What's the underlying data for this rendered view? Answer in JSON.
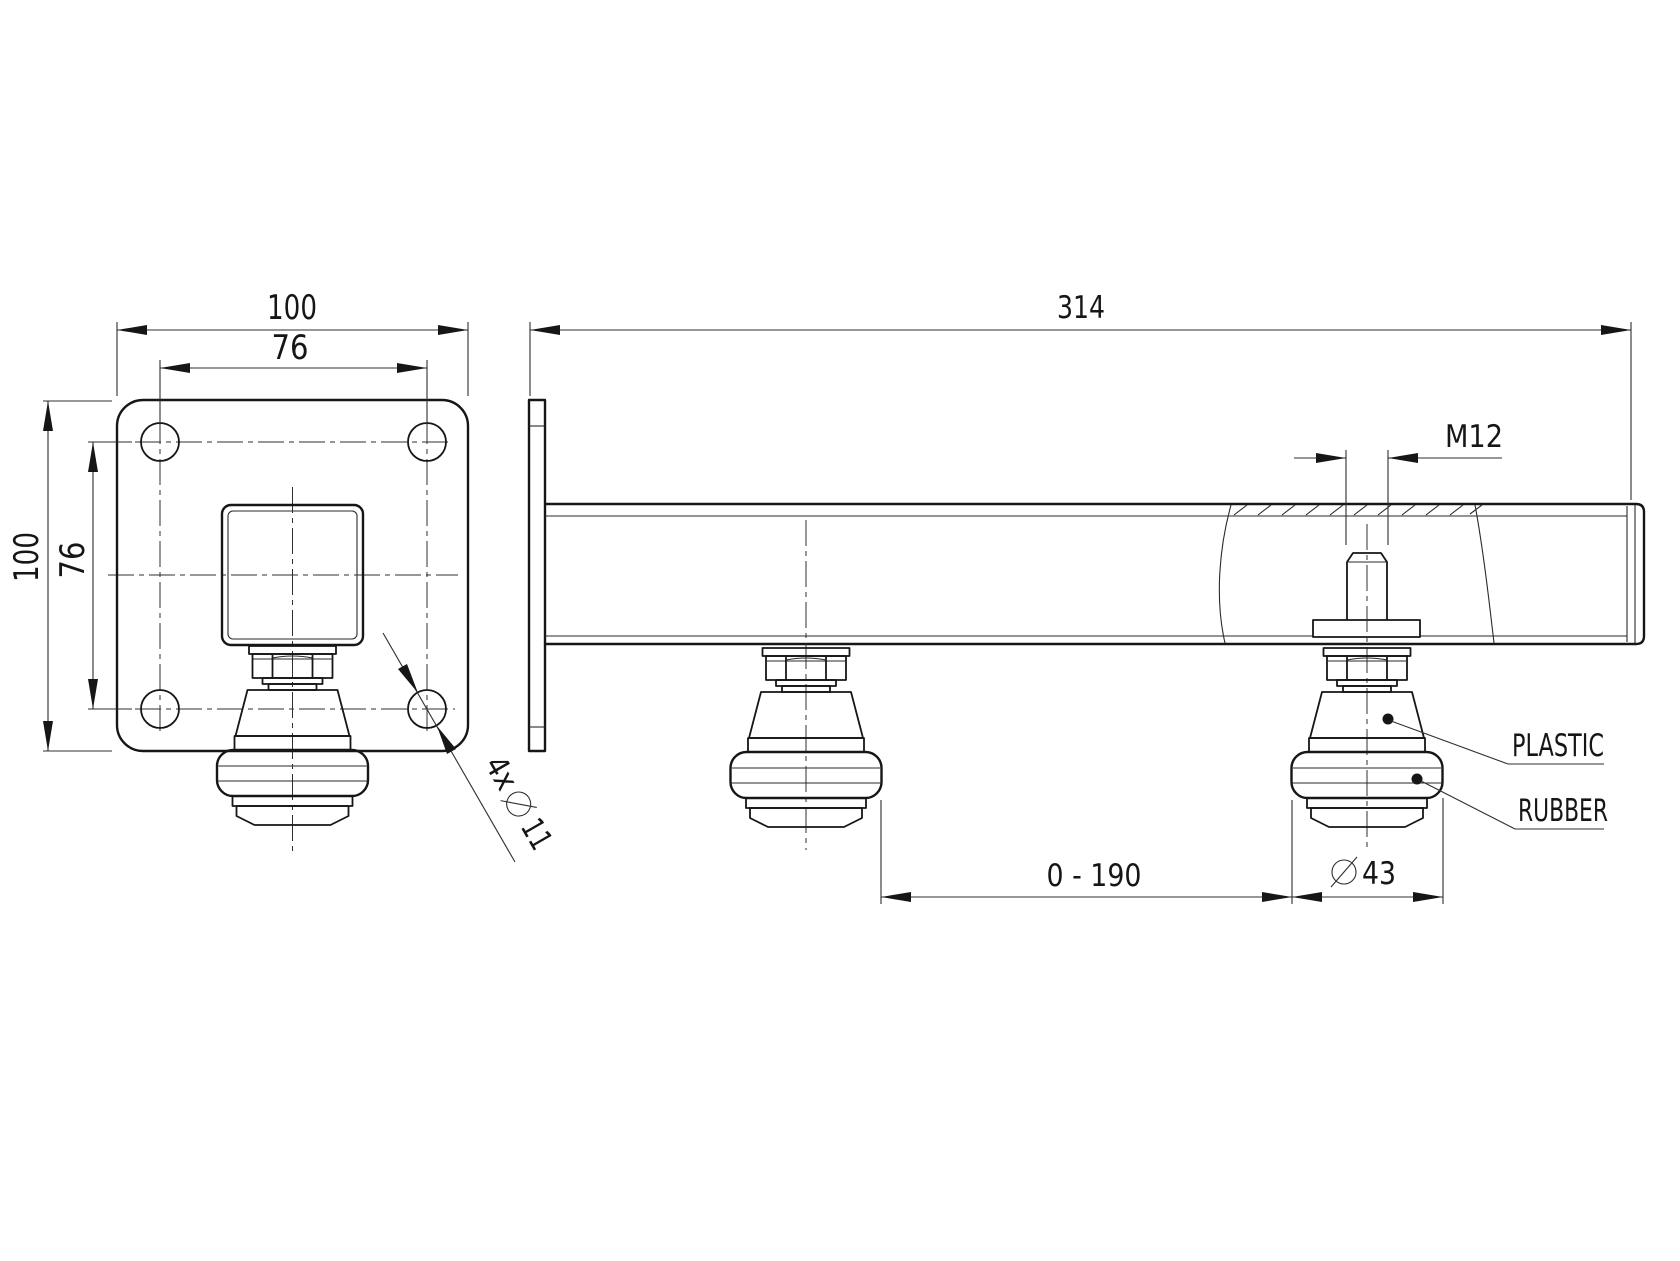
{
  "drawing": {
    "front_view": {
      "dim_width_outer": "100",
      "dim_width_holes": "76",
      "dim_height_outer": "100",
      "dim_height_holes": "76",
      "hole_note_count": "4x",
      "hole_note_diameter": "11"
    },
    "side_view": {
      "dim_length": "314",
      "dim_thread": "M12",
      "dim_adjust_range": "0 - 190",
      "dim_roller_diameter": "43",
      "label_plastic": "PLASTIC",
      "label_rubber": "RUBBER"
    },
    "colors": {
      "background": "#ffffff",
      "line": "#161616"
    }
  }
}
